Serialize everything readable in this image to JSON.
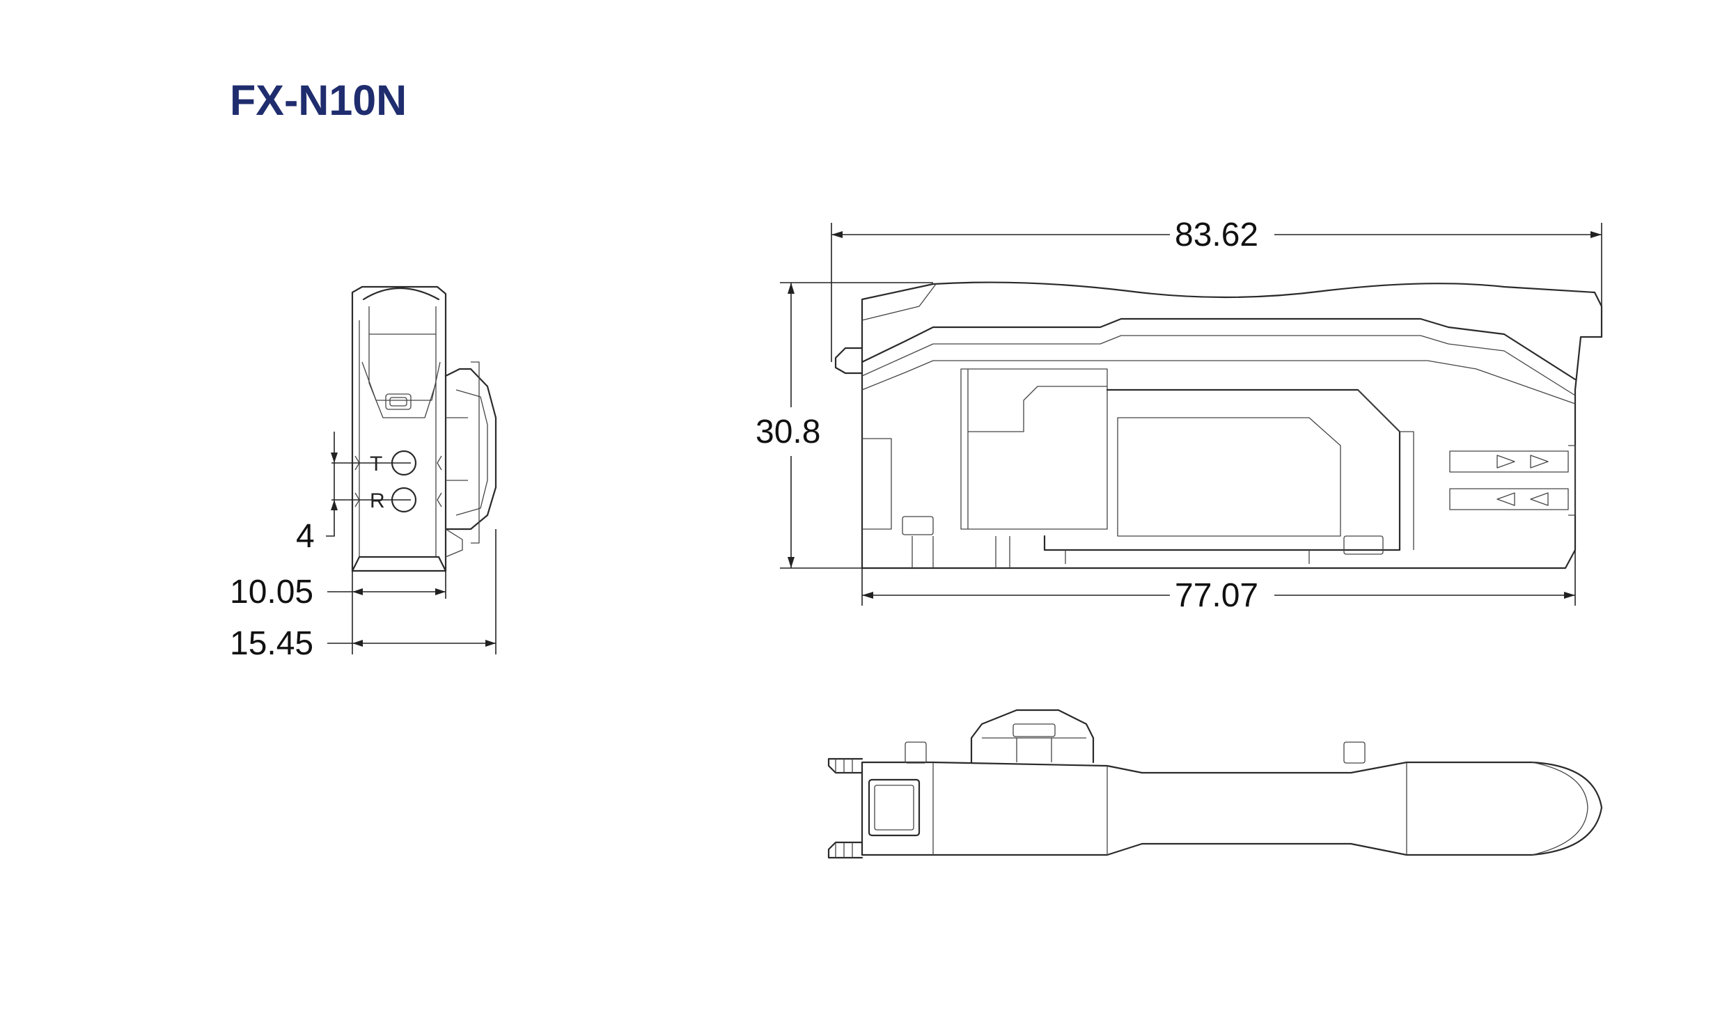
{
  "title": "FX-N10N",
  "colors": {
    "title": "#1f2d6e",
    "lines": "#2a2a2a",
    "background": "#ffffff"
  },
  "dimensions": {
    "overall_length": "83.62",
    "body_length": "77.07",
    "height": "30.8",
    "fiber_pitch": "4",
    "side_inner_width": "10.05",
    "side_overall_width": "15.45"
  },
  "fiber_ports": {
    "transmit": "T",
    "receive": "R"
  }
}
